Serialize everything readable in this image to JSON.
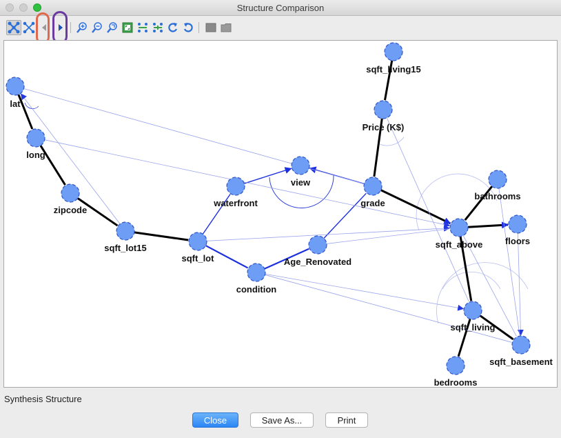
{
  "window": {
    "title": "Structure Comparison"
  },
  "toolbar": {
    "buttons": [
      {
        "name": "layout-graph-button",
        "icon": "graph-layout-icon",
        "pressed": true
      },
      {
        "name": "circle-layout-button",
        "icon": "graph-circle-icon",
        "pressed": false
      },
      {
        "name": "previous-button",
        "icon": "chevron-left-icon",
        "pressed": false
      },
      {
        "name": "next-button",
        "icon": "chevron-right-icon",
        "pressed": false
      },
      {
        "name": "zoom-in-button",
        "icon": "zoom-in-icon",
        "pressed": false
      },
      {
        "name": "zoom-out-button",
        "icon": "zoom-out-icon",
        "pressed": false
      },
      {
        "name": "zoom-reset-button",
        "icon": "zoom-reset-icon",
        "pressed": false
      },
      {
        "name": "fit-to-window-button",
        "icon": "fit-window-icon",
        "pressed": false
      },
      {
        "name": "expand-horizontal-button",
        "icon": "expand-horizontal-icon",
        "pressed": false
      },
      {
        "name": "expand-vertical-button",
        "icon": "expand-vertical-icon",
        "pressed": false
      },
      {
        "name": "rotate-left-button",
        "icon": "rotate-left-icon",
        "pressed": false
      },
      {
        "name": "rotate-right-button",
        "icon": "rotate-right-icon",
        "pressed": false
      },
      {
        "name": "save-image-button",
        "icon": "image-icon",
        "pressed": false
      },
      {
        "name": "open-folder-button",
        "icon": "folder-icon",
        "pressed": false
      }
    ]
  },
  "graph": {
    "node_color": "#6e9df5",
    "node_stroke": "#2f55c8",
    "nodes": [
      {
        "id": "sqft_living15",
        "label": "sqft_living15"
      },
      {
        "id": "lat",
        "label": "lat"
      },
      {
        "id": "price",
        "label": "Price (K$)"
      },
      {
        "id": "long",
        "label": "long"
      },
      {
        "id": "view",
        "label": "view"
      },
      {
        "id": "bathrooms",
        "label": "bathrooms"
      },
      {
        "id": "zipcode",
        "label": "zipcode"
      },
      {
        "id": "waterfront",
        "label": "waterfront"
      },
      {
        "id": "grade",
        "label": "grade"
      },
      {
        "id": "sqft_lot15",
        "label": "sqft_lot15"
      },
      {
        "id": "sqft_above",
        "label": "sqft_above"
      },
      {
        "id": "floors",
        "label": "floors"
      },
      {
        "id": "sqft_lot",
        "label": "sqft_lot"
      },
      {
        "id": "age_renovated",
        "label": "Age_Renovated"
      },
      {
        "id": "condition",
        "label": "condition"
      },
      {
        "id": "sqft_living",
        "label": "sqft_living"
      },
      {
        "id": "sqft_basement",
        "label": "sqft_basement"
      },
      {
        "id": "bedrooms",
        "label": "bedrooms"
      }
    ],
    "edges": [
      {
        "from": "sqft_living15",
        "to": "price",
        "kind": "black"
      },
      {
        "from": "price",
        "to": "grade",
        "kind": "black"
      },
      {
        "from": "lat",
        "to": "long",
        "kind": "black"
      },
      {
        "from": "long",
        "to": "zipcode",
        "kind": "black"
      },
      {
        "from": "zipcode",
        "to": "sqft_lot15",
        "kind": "black"
      },
      {
        "from": "sqft_lot15",
        "to": "sqft_lot",
        "kind": "black"
      },
      {
        "from": "grade",
        "to": "sqft_above",
        "kind": "black-arrow"
      },
      {
        "from": "sqft_above",
        "to": "floors",
        "kind": "black-arrow"
      },
      {
        "from": "bathrooms",
        "to": "sqft_above",
        "kind": "black"
      },
      {
        "from": "sqft_above",
        "to": "sqft_living",
        "kind": "black"
      },
      {
        "from": "sqft_living",
        "to": "sqft_basement",
        "kind": "black"
      },
      {
        "from": "sqft_living",
        "to": "bedrooms",
        "kind": "black"
      },
      {
        "from": "waterfront",
        "to": "view",
        "kind": "blue-arrow"
      },
      {
        "from": "grade",
        "to": "view",
        "kind": "blue-arrow"
      },
      {
        "from": "sqft_lot",
        "to": "waterfront",
        "kind": "blue"
      },
      {
        "from": "sqft_lot",
        "to": "condition",
        "kind": "blue-thick"
      },
      {
        "from": "condition",
        "to": "age_renovated",
        "kind": "blue-thick"
      },
      {
        "from": "age_renovated",
        "to": "grade",
        "kind": "blue"
      },
      {
        "from": "sqft_lot15",
        "to": "lat",
        "kind": "thin-arrow"
      },
      {
        "from": "grade",
        "to": "lat",
        "kind": "thin"
      },
      {
        "from": "long",
        "to": "sqft_above",
        "kind": "thin-arrow"
      },
      {
        "from": "sqft_lot",
        "to": "sqft_above",
        "kind": "thin-arrow"
      },
      {
        "from": "condition",
        "to": "sqft_living",
        "kind": "thin-arrow"
      },
      {
        "from": "condition",
        "to": "sqft_basement",
        "kind": "thin"
      },
      {
        "from": "floors",
        "to": "sqft_basement",
        "kind": "thin-arrow"
      },
      {
        "from": "bathrooms",
        "to": "sqft_basement",
        "kind": "thin"
      },
      {
        "from": "price",
        "to": "sqft_living",
        "kind": "thin"
      },
      {
        "from": "age_renovated",
        "to": "sqft_above",
        "kind": "thin"
      },
      {
        "from": "sqft_above",
        "to": "sqft_basement",
        "kind": "thin"
      }
    ]
  },
  "status": {
    "label": "Synthesis Structure"
  },
  "buttons": {
    "close": "Close",
    "save_as": "Save As...",
    "print": "Print"
  }
}
